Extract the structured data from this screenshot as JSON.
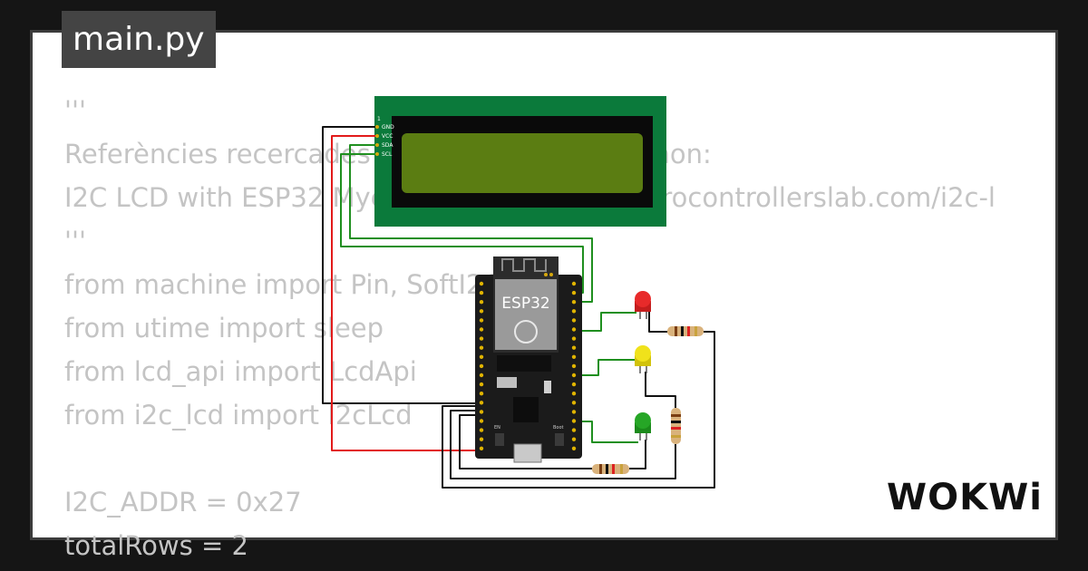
{
  "header": {
    "filename": "main.py"
  },
  "code_lines": [
    "'''",
    "Referències recercades per fer el codi en Python:",
    "I2C LCD with ESP32 MycroPython: https://microcontrollerslab.com/i2c-l",
    "'''",
    "from machine import Pin, SoftI2C",
    "from utime import sleep",
    "from lcd_api import LcdApi",
    "from i2c_lcd import I2cLcd",
    "",
    "I2C_ADDR = 0x27",
    "totalRows = 2"
  ],
  "lcd": {
    "pin1": "1",
    "pins": [
      "GND",
      "VCC",
      "SDA",
      "SCL"
    ]
  },
  "board": {
    "label": "ESP32",
    "boot_label": "Boot",
    "en_label": "EN"
  },
  "brand": {
    "logo": "WOKWi"
  },
  "colors": {
    "lcd_board": "#0b7a3b",
    "lcd_screen": "#5b7d12",
    "wire_red": "#e21a1a",
    "wire_green": "#1f8f1f",
    "wire_black": "#111111"
  }
}
